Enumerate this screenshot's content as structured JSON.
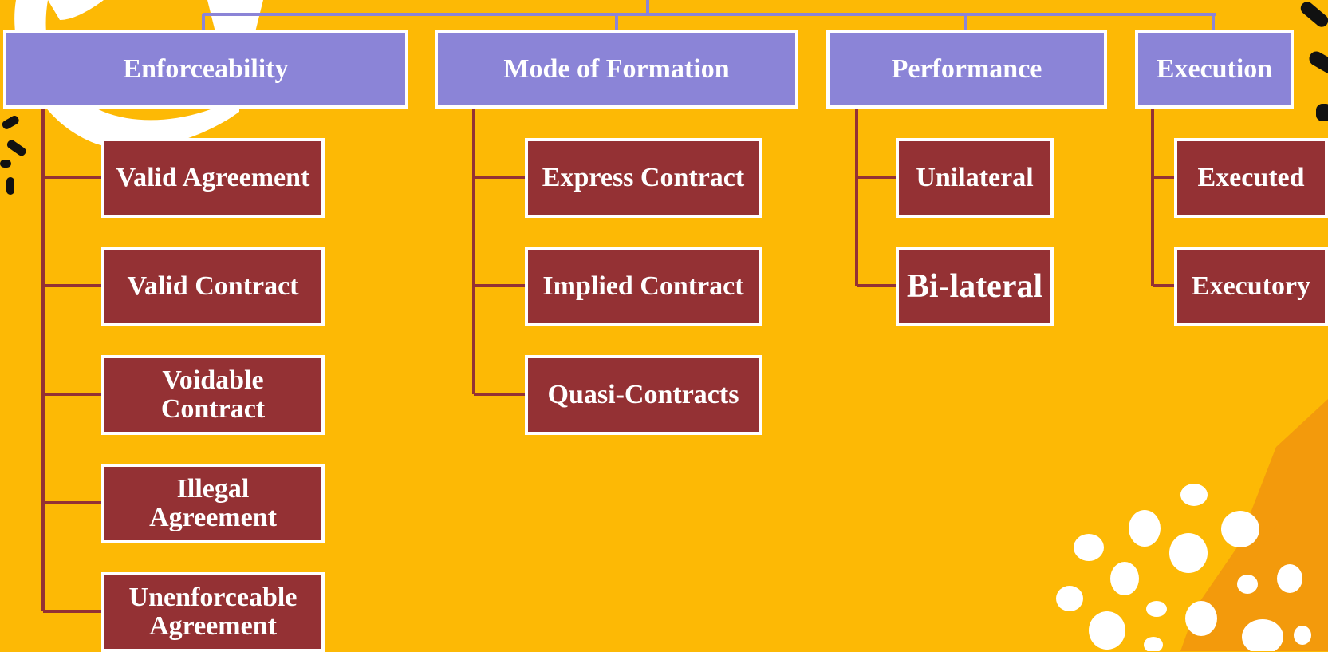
{
  "diagram": {
    "colors": {
      "background": "#FDB905",
      "category_fill": "#8B84D7",
      "item_fill": "#943134",
      "border": "#FFFFFF",
      "connector_top": "#8B84D7",
      "connector_branch": "#943134"
    },
    "categories": [
      {
        "label": "Enforceability",
        "items": [
          "Valid Agreement",
          "Valid Contract",
          "Voidable Contract",
          "Illegal Agreement",
          "Unenforceable Agreement"
        ]
      },
      {
        "label": "Mode of Formation",
        "items": [
          "Express Contract",
          "Implied Contract",
          "Quasi-Contracts"
        ]
      },
      {
        "label": "Performance",
        "items": [
          "Unilateral",
          "Bi-lateral"
        ]
      },
      {
        "label": "Execution",
        "items": [
          "Executed",
          "Executory"
        ]
      }
    ]
  }
}
